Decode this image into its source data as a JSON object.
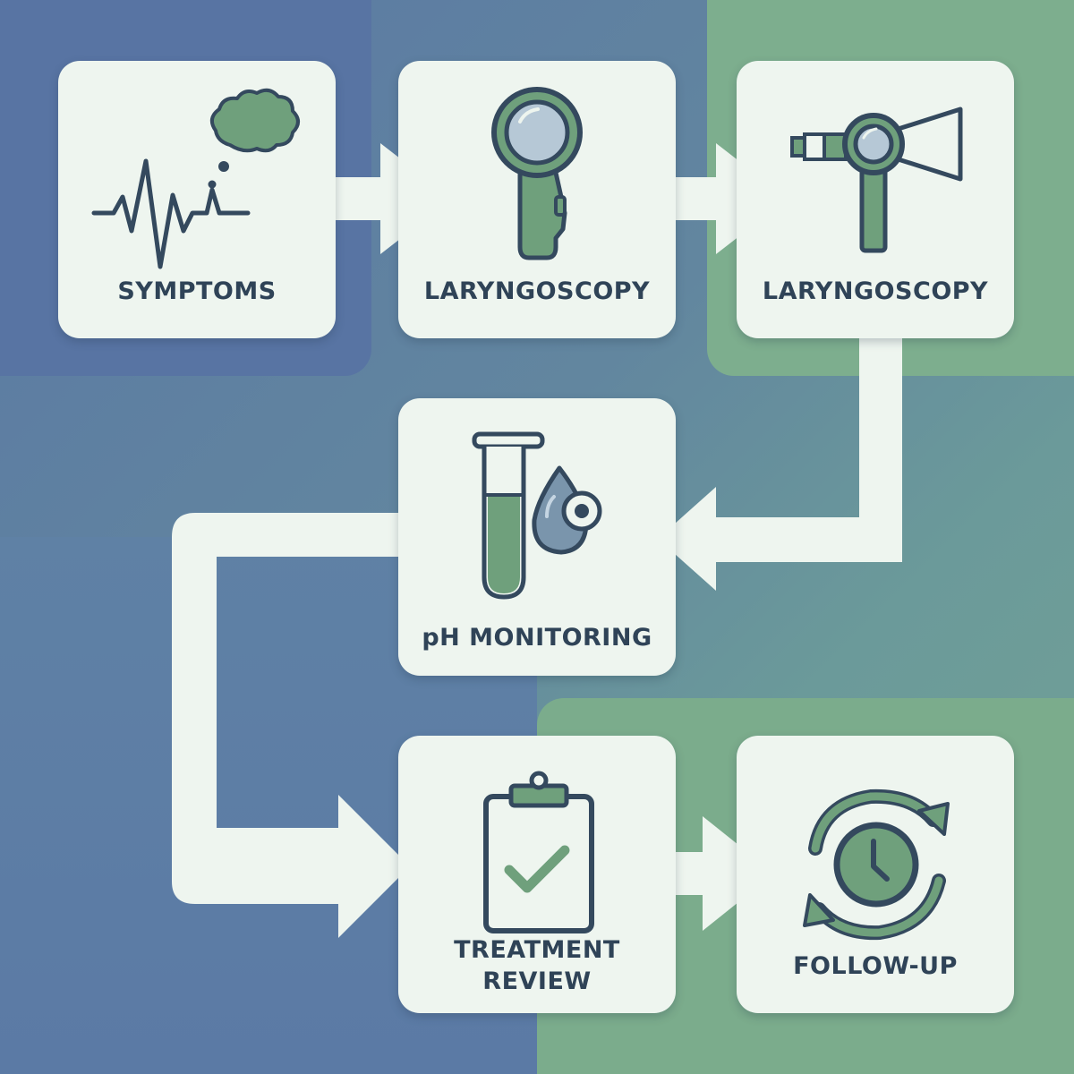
{
  "colors": {
    "navy": "#34495e",
    "green": "#6fa07c",
    "card": "#eef5ef",
    "arrow": "#eef5ef",
    "text": "#2f4357"
  },
  "steps": [
    {
      "label": "SYMPTOMS",
      "icon": "waveform-thought-icon"
    },
    {
      "label": "LARYNGOSCOPY",
      "icon": "magnifying-scope-icon"
    },
    {
      "label": "LARYNGOSCOPY",
      "icon": "laryngoscope-icon"
    },
    {
      "label": "pH MONITORING",
      "icon": "test-tube-drop-icon"
    },
    {
      "label": "TREATMENT\nREVIEW",
      "icon": "clipboard-check-icon"
    },
    {
      "label": "FOLLOW-UP",
      "icon": "cycle-clock-icon"
    }
  ]
}
